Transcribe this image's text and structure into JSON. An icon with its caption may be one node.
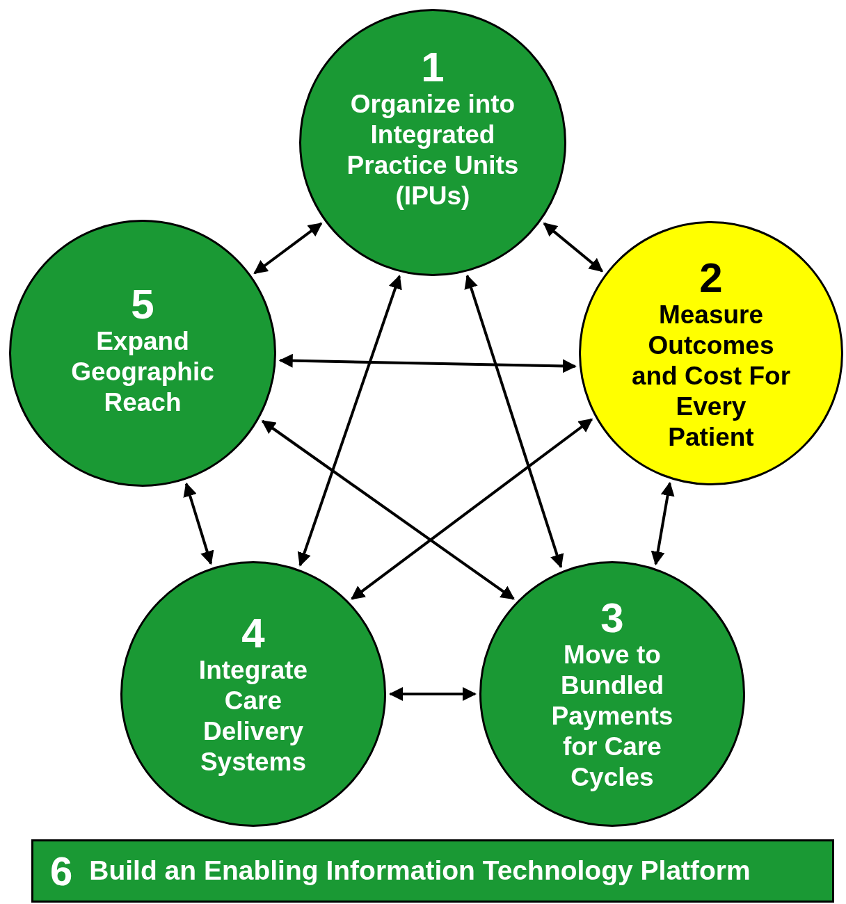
{
  "diagram": {
    "nodes": [
      {
        "text": [
          "1",
          "Organize into Integrated Practice Units (IPUs)"
        ]
      },
      {
        "text": [
          "2",
          "Measure Outcomes and Cost For Every Patient"
        ]
      },
      {
        "text": [
          "3",
          "Move to Bundled Payments for Care Cycles"
        ]
      },
      {
        "text": [
          "4",
          "Integrate Care Delivery Systems"
        ]
      },
      {
        "text": [
          "5",
          "Expand Geographic Reach"
        ]
      },
      {
        "text": [
          "6",
          "Build an Enabling Information Technology Platform"
        ]
      }
    ],
    "edges": [
      {
        "from": 0,
        "to": 1,
        "arrow": "both"
      },
      {
        "from": 0,
        "to": 4,
        "arrow": "both"
      },
      {
        "from": 0,
        "to": 3,
        "arrow": "both"
      },
      {
        "from": 0,
        "to": 2,
        "arrow": "both"
      },
      {
        "from": 4,
        "to": 1,
        "arrow": "both"
      },
      {
        "from": 4,
        "to": 2,
        "arrow": "both"
      },
      {
        "from": 4,
        "to": 3,
        "arrow": "both"
      },
      {
        "from": 1,
        "to": 3,
        "arrow": "both"
      },
      {
        "from": 1,
        "to": 2,
        "arrow": "both"
      },
      {
        "from": 3,
        "to": 2,
        "arrow": "both"
      }
    ]
  }
}
